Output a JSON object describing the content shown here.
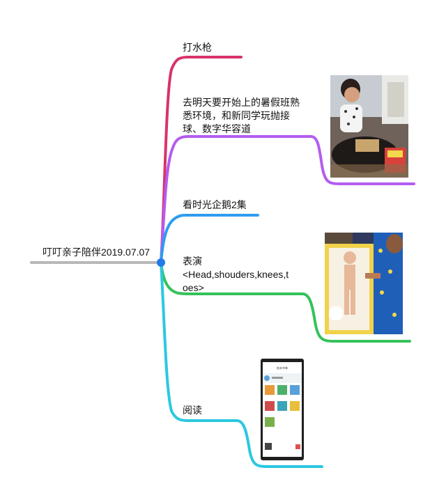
{
  "root": {
    "label": "叮叮亲子陪伴2019.07.07"
  },
  "branches": [
    {
      "id": "water-gun",
      "label": "打水枪",
      "color": "#d9336b"
    },
    {
      "id": "summer-class",
      "label_lines": [
        "去明天要开始上的暑假班熟",
        "悉环境，和新同学玩抛接",
        "球、数字华容道"
      ],
      "color": "#b45cf0"
    },
    {
      "id": "penguins",
      "label": "看时光企鹅2集",
      "color": "#2e9cf0"
    },
    {
      "id": "perform",
      "label_lines": [
        "表演",
        "<Head,shouders,knees,t",
        "oes>"
      ],
      "color": "#35c25a"
    },
    {
      "id": "reading",
      "label": "阅读",
      "color": "#2bc8e0"
    }
  ],
  "root_line_color": "#b8b8b8",
  "hub_color": "#1e7be8",
  "app_screen": {
    "header": "绘本书单"
  }
}
